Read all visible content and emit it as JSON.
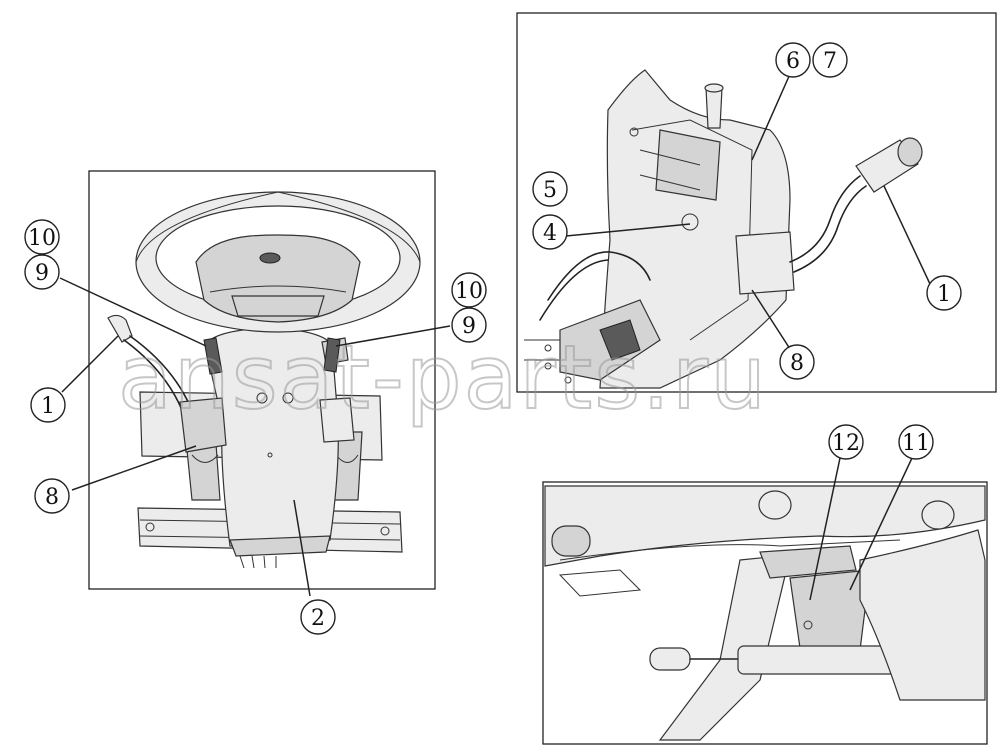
{
  "watermark": "ansat-parts.ru",
  "panels": {
    "steering_assembly": {
      "callouts": [
        "10",
        "9",
        "1",
        "8",
        "2",
        "10",
        "9"
      ]
    },
    "side_view": {
      "callouts": [
        "6",
        "7",
        "5",
        "4",
        "1",
        "8"
      ]
    },
    "pedal_detail": {
      "callouts": [
        "12",
        "11"
      ]
    }
  }
}
